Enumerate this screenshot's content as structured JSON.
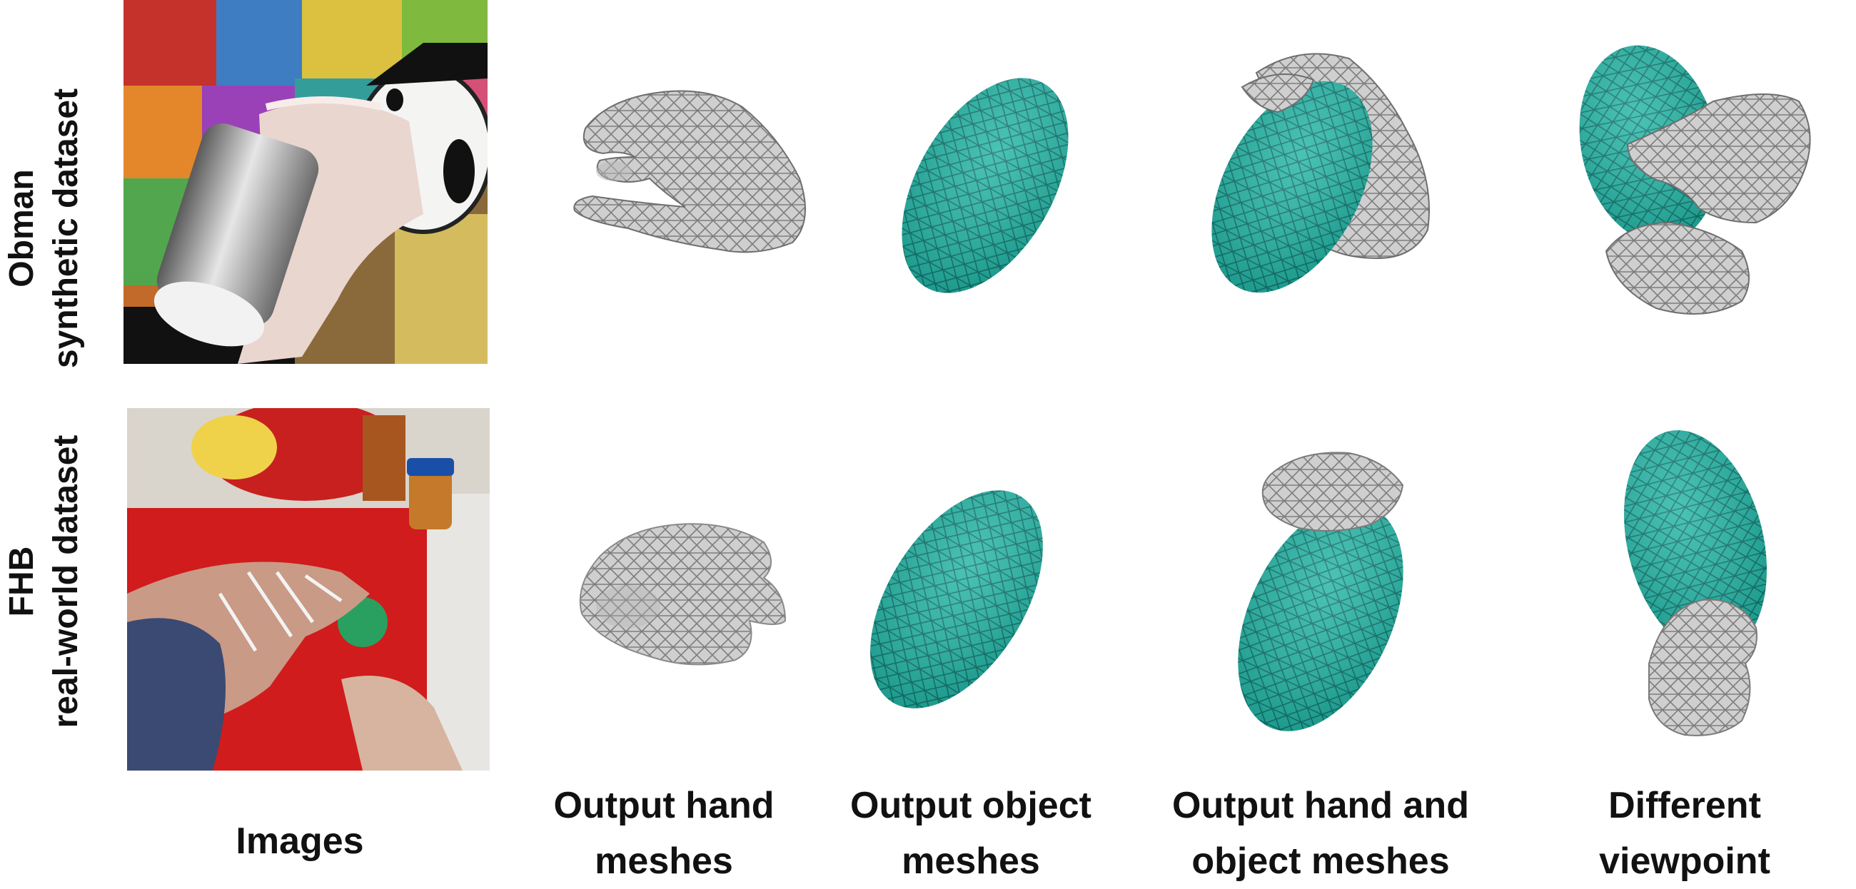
{
  "row_labels": [
    {
      "line1": "Obman",
      "line2": "synthetic dataset"
    },
    {
      "line1": "FHB",
      "line2": "real-world dataset"
    }
  ],
  "column_labels": [
    {
      "line1": "Images",
      "line2": ""
    },
    {
      "line1": "Output hand",
      "line2": "meshes"
    },
    {
      "line1": "Output object",
      "line2": "meshes"
    },
    {
      "line1": "Output hand and",
      "line2": "object meshes"
    },
    {
      "line1": "Different",
      "line2": "viewpoint"
    }
  ],
  "colors": {
    "hand_mesh": "#c8c8c8",
    "hand_wire": "#7a7a7a",
    "object_mesh": "#1fb3a3",
    "object_wire": "#0c6f66"
  }
}
